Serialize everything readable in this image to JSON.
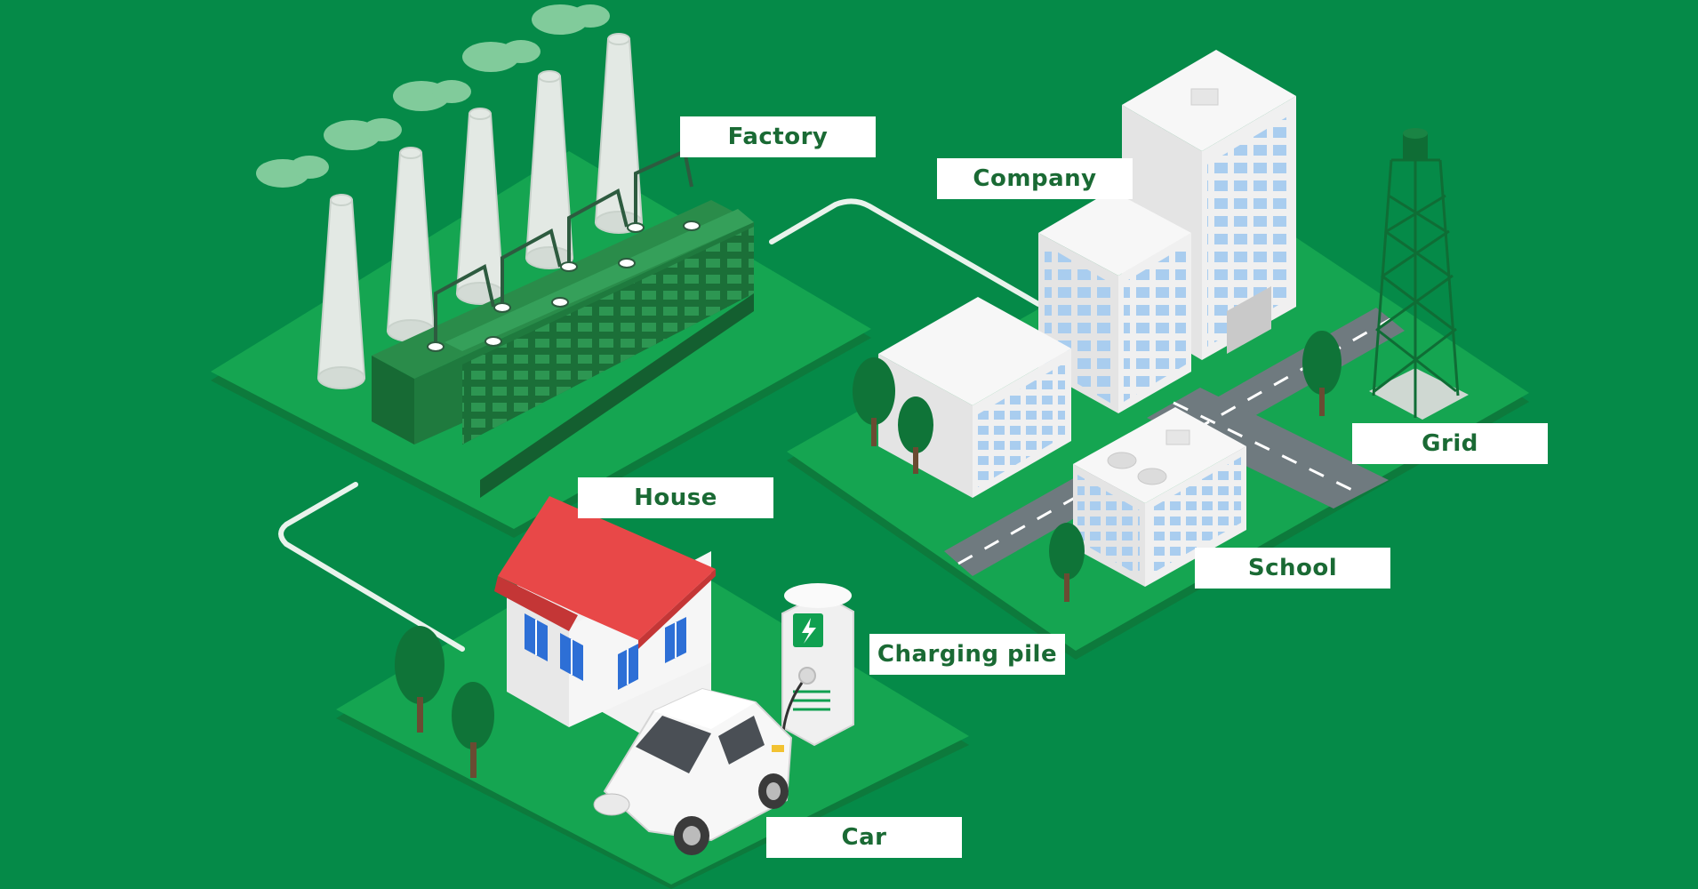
{
  "labels": {
    "factory": "Factory",
    "company": "Company",
    "grid": "Grid",
    "house": "House",
    "school": "School",
    "charging_pile": "Charging pile",
    "car": "Car"
  },
  "icons": {
    "charging": "lightning-bolt-icon"
  },
  "colors": {
    "background": "#058a48",
    "platform": "#15a551",
    "platform_edge": "#0d8040",
    "factory_body": "#1f7a3e",
    "roof": "#e64545",
    "window": "#a9cdef",
    "building": "#f3f3f3",
    "label_text": "#1a6a34"
  }
}
